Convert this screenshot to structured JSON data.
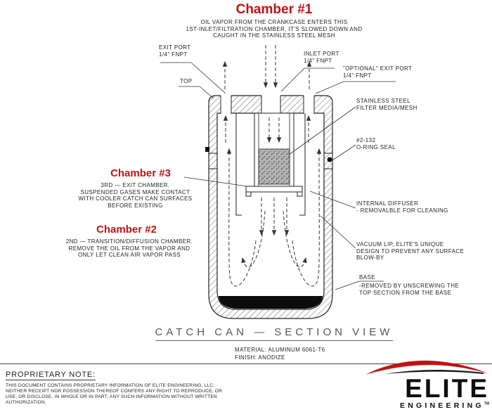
{
  "diagram": {
    "chamber1": {
      "title": "Chamber #1",
      "desc": "OIL VAPOR FROM THE CRANKCASE ENTERS THIS\n1ST-INLET/FILTRATION CHAMBER, IT'S SLOWED DOWN AND\nCAUGHT IN THE STAINLESS STEEL MESH"
    },
    "chamber3": {
      "title": "Chamber #3",
      "desc": "3RD — EXIT CHAMBER.\nSUSPENDED GASES MAKE CONTACT\nWITH COOLER CATCH CAN SURFACES\nBEFORE EXISTING"
    },
    "chamber2": {
      "title": "Chamber #2",
      "desc": "2ND — TRANSITION/DIFFUSION CHAMBER.\nREMOVE THE OIL FROM THE VAPOR AND\nONLY LET CLEAN AIR VAPOR PASS"
    },
    "callouts": {
      "exit_port": "EXIT PORT\n1/4\" FNPT",
      "inlet_port": "INLET PORT\n1/4\" FNPT",
      "optional_exit_port": "\"OPTIONAL\" EXIT PORT\n1/4\" FNPT",
      "top": "TOP",
      "filter": "STAINLESS STEEL\nFILTER MEDIA/MESH",
      "oring": "#2-132\nO-RING SEAL",
      "diffuser": "INTERNAL DIFFUSER\n- REMOVALBLE FOR CLEANING",
      "vacuum_lip": "VACUUM LIP, ELITE'S UNIQUE\nDESIGN TO PREVENT ANY SURFACE\nBLOW-BY",
      "base": "BASE",
      "base_desc": "-REMOVED BY UNSCREWING THE\nTOP SECTION FROM THE BASE"
    }
  },
  "footer": {
    "view_title": "CATCH CAN — SECTION VIEW",
    "material": "MATERIAL: ALUMINUM 6061-T6",
    "finish": "FINISH: ANODIZE"
  },
  "proprietary": {
    "heading": "PROPRIETARY NOTE:",
    "body": "THIS DOCUMENT CONTAINS PROPRIETARY INFORMATION OF ELITE ENGINEERING, LLC;\nNEITHER RECEIPT NOR POSSESSION THEREOF CONFERS ANY RIGHT TO REPRODUCE, OR\nUSE, OR DISCLOSE, IN WHOLE OR IN PART, ANY SUCH INFORMATION WITHOUT WRITTEN\nAUTHORIZATION."
  },
  "logo": {
    "brand": "ELITE",
    "subtitle": "ENGINEERING",
    "tm": "TM"
  },
  "colors": {
    "accent_red": "#c41111",
    "line": "#222222"
  }
}
